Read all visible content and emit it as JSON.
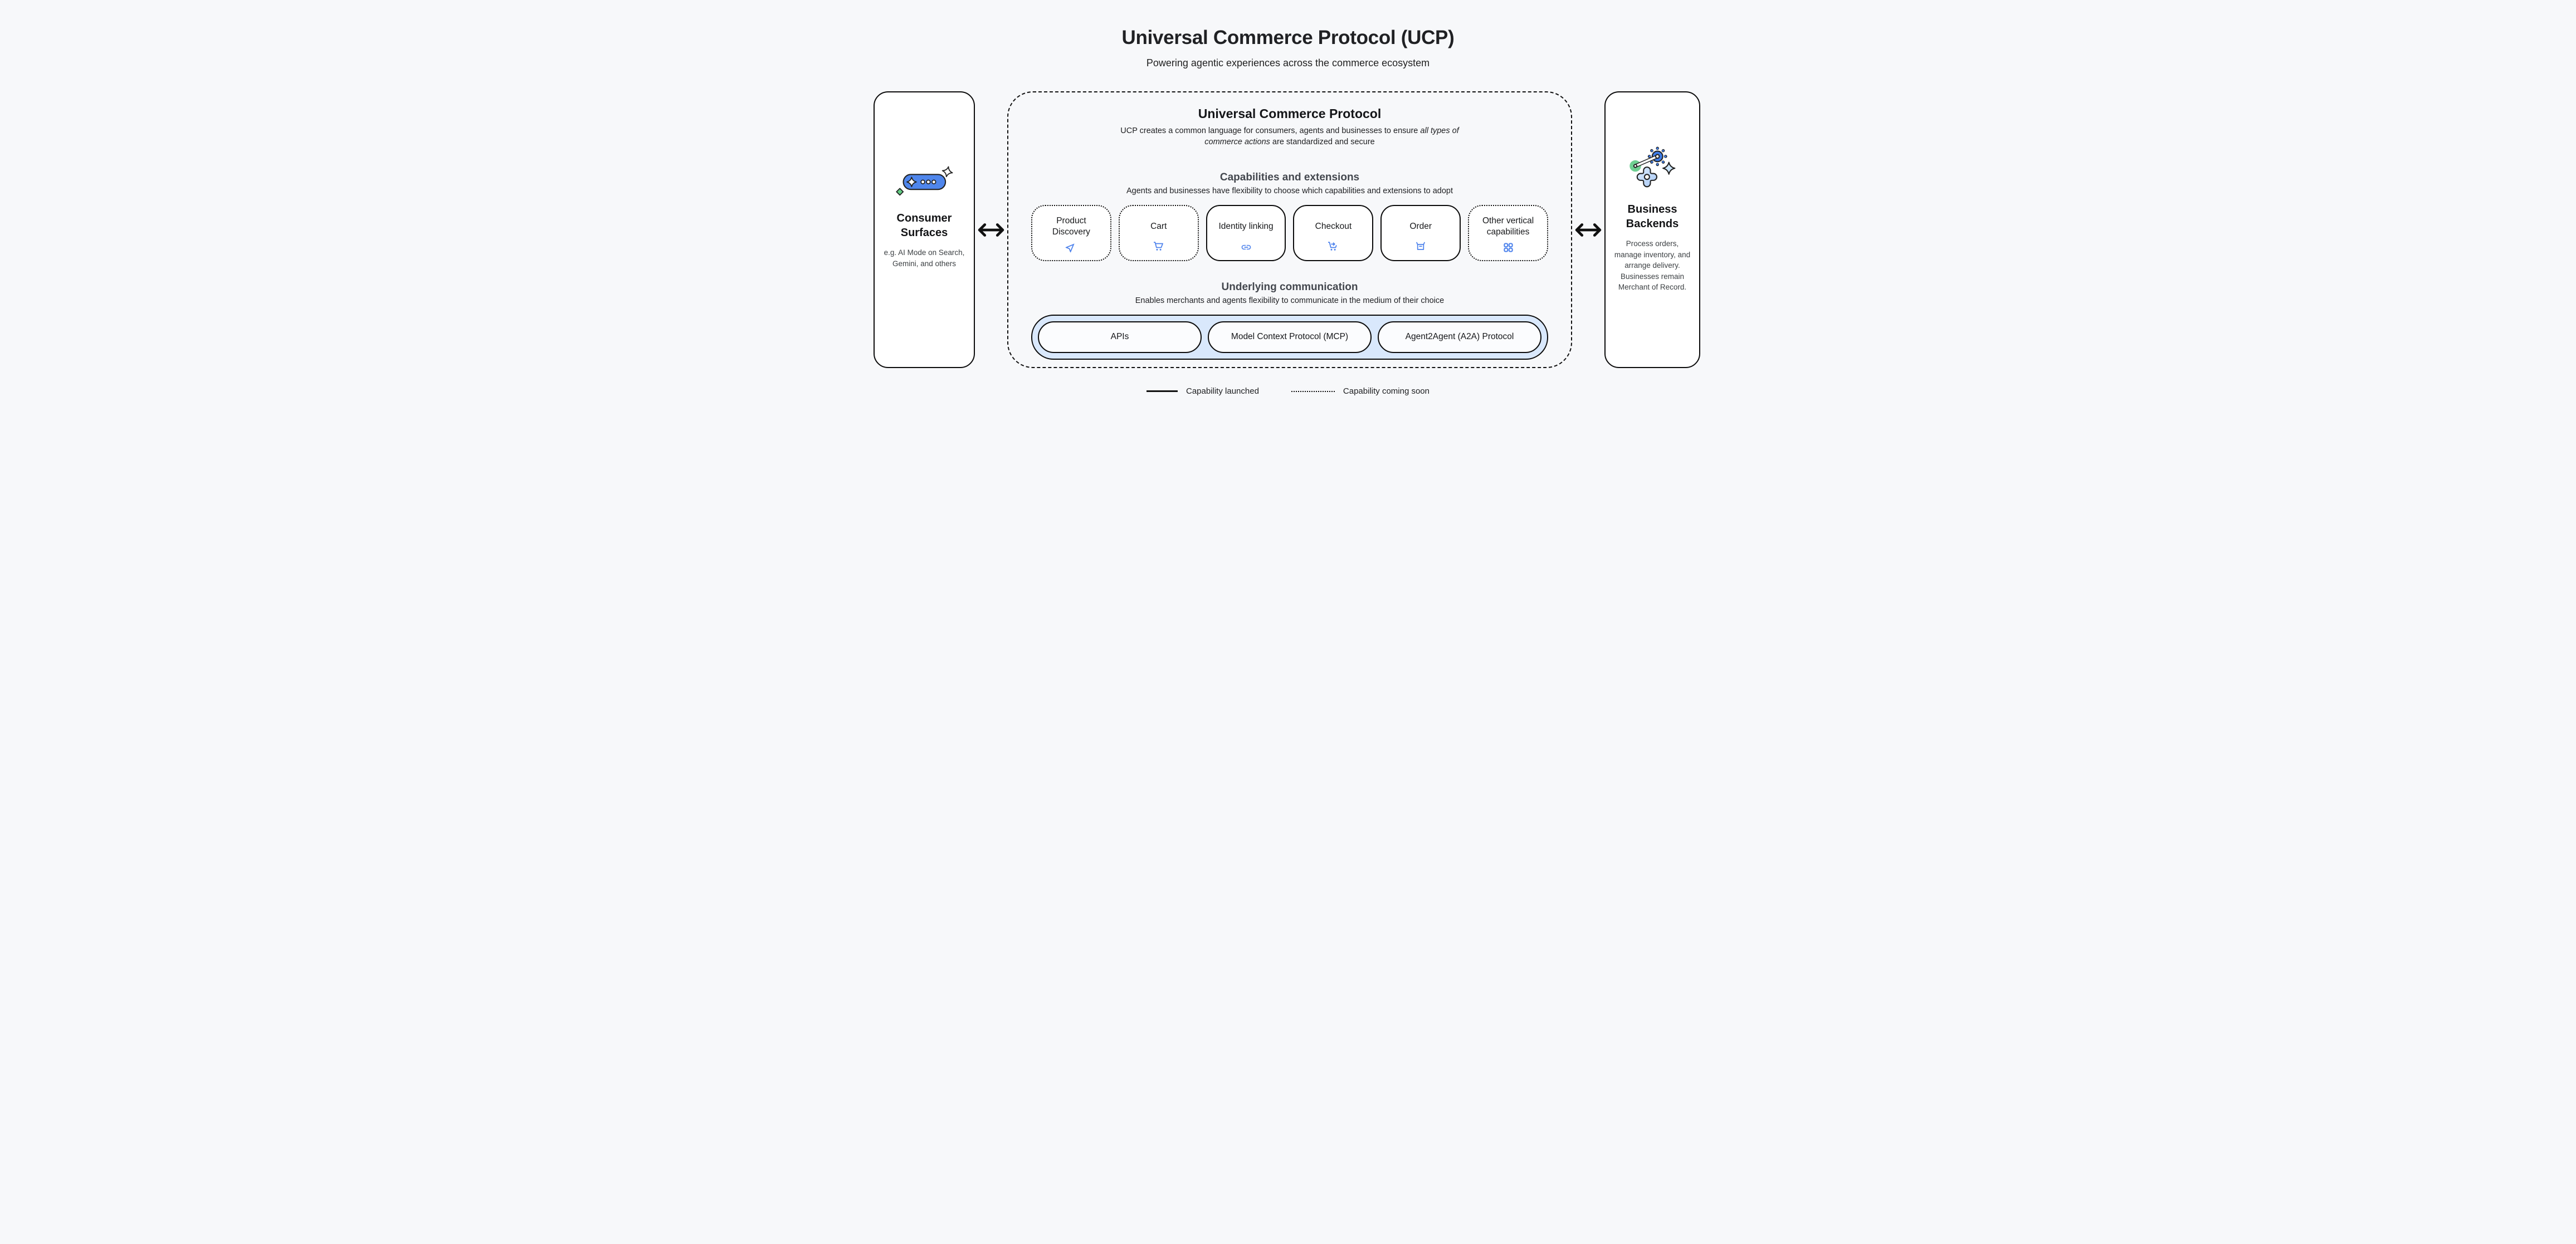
{
  "page": {
    "title": "Universal Commerce Protocol (UCP)",
    "subtitle": "Powering agentic experiences across the commerce ecosystem"
  },
  "consumer_surfaces": {
    "title": "Consumer Surfaces",
    "description": "e.g. AI Mode on Search, Gemini, and others",
    "icon": "chat-pill-sparkles-illustration"
  },
  "ucp_panel": {
    "title": "Universal Commerce Protocol",
    "description_prefix": "UCP creates a common language for consumers, agents and businesses to ensure ",
    "description_italic": "all types of commerce actions",
    "description_suffix": " are standardized and secure",
    "capabilities": {
      "title": "Capabilities and extensions",
      "subtitle": "Agents and businesses have flexibility to choose which capabilities and extensions to adopt",
      "items": [
        {
          "label": "Product Discovery",
          "icon": "navigation-arrow-icon",
          "status": "coming-soon"
        },
        {
          "label": "Cart",
          "icon": "shopping-cart-icon",
          "status": "coming-soon"
        },
        {
          "label": "Identity linking",
          "icon": "link-icon",
          "status": "launched"
        },
        {
          "label": "Checkout",
          "icon": "cart-checkout-icon",
          "status": "launched"
        },
        {
          "label": "Order",
          "icon": "open-box-icon",
          "status": "launched"
        },
        {
          "label": "Other vertical capabilities",
          "icon": "grid-view-icon",
          "status": "coming-soon"
        }
      ]
    },
    "communication": {
      "title": "Underlying communication",
      "subtitle": "Enables merchants and agents flexibility to communicate in the medium of their choice",
      "items": [
        {
          "label": "APIs"
        },
        {
          "label": "Model Context Protocol (MCP)"
        },
        {
          "label": "Agent2Agent (A2A) Protocol"
        }
      ]
    }
  },
  "business_backends": {
    "title": "Business Backends",
    "description": "Process orders, manage inventory, and arrange delivery. Businesses remain Merchant of Record.",
    "icon": "gears-linkage-illustration"
  },
  "legend": {
    "launched_label": "Capability launched",
    "coming_soon_label": "Capability coming soon"
  },
  "colors": {
    "accent_blue": "#4d82ec",
    "dark_gear_blue": "#3d7ce8",
    "light_blue_container": "#d9e8fc",
    "pill_blue": "#4f86ec",
    "green": "#63cd83",
    "ink": "#111111"
  }
}
